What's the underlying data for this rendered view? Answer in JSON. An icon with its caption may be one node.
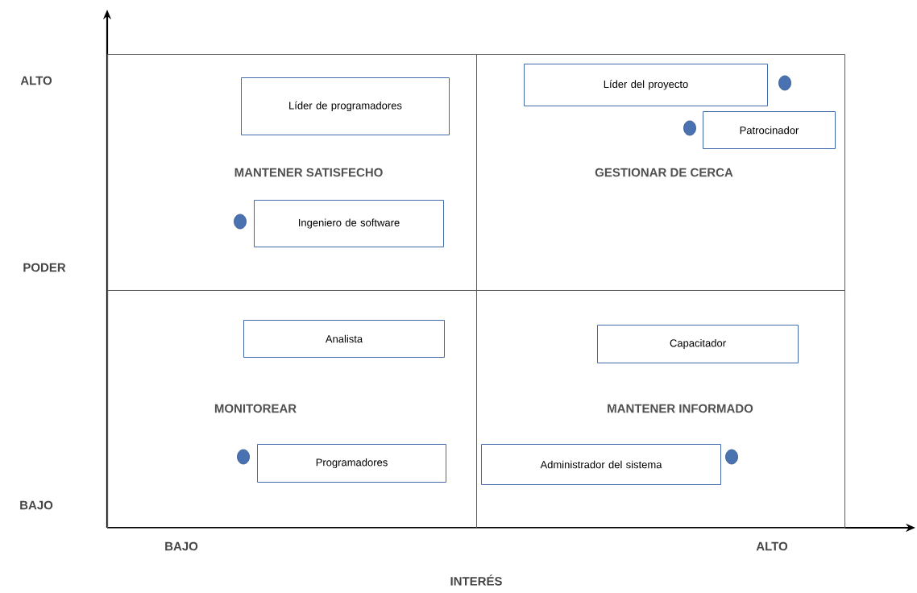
{
  "diagram": {
    "nodes": [
      {
        "text": [
          "MANTENER SATISFECHO"
        ]
      },
      {
        "text": [
          "Líder de programadores"
        ],
        "in": 0
      },
      {
        "text": [],
        "shape": "circle",
        "in": 0
      },
      {
        "text": [
          "Ingeniero de software"
        ],
        "in": 0
      },
      {
        "text": [
          "GESTIONAR DE CERCA"
        ]
      },
      {
        "text": [
          "Líder del proyecto"
        ],
        "in": 4
      },
      {
        "text": [],
        "shape": "circle",
        "in": 4
      },
      {
        "text": [],
        "shape": "circle",
        "in": 4
      },
      {
        "text": [
          "Patrocinador"
        ],
        "in": 4
      },
      {
        "text": [
          "MONITOREAR"
        ]
      },
      {
        "text": [
          "Analista"
        ],
        "in": 9
      },
      {
        "text": [],
        "shape": "circle",
        "in": 9
      },
      {
        "text": [
          "Programadores"
        ],
        "in": 9
      },
      {
        "text": [
          "MANTENER INFORMADO"
        ]
      },
      {
        "text": [
          "Capacitador"
        ],
        "in": 13
      },
      {
        "text": [
          "Administrador del sistema"
        ],
        "in": 13
      },
      {
        "text": [],
        "shape": "circle",
        "in": 13
      }
    ],
    "labels": [
      "ALTO",
      "PODER",
      "BAJO",
      "BAJO",
      "ALTO",
      "INTERÉS"
    ]
  }
}
